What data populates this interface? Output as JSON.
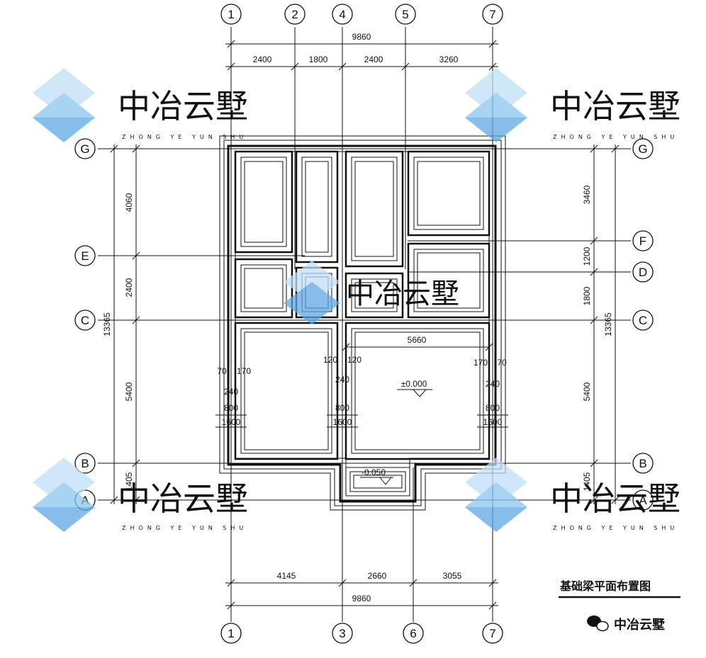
{
  "drawing": {
    "title": "基础梁平面布置图",
    "level_main": "±0.000",
    "level_porch": "-0.050"
  },
  "axes": {
    "top": [
      "1",
      "2",
      "4",
      "5",
      "7"
    ],
    "bottom": [
      "1",
      "3",
      "6",
      "7"
    ],
    "left": [
      "G",
      "E",
      "C",
      "B",
      "A"
    ],
    "right": [
      "G",
      "F",
      "D",
      "C",
      "B",
      "A"
    ]
  },
  "dimensions": {
    "top_total": "9860",
    "top_segments": [
      "2400",
      "1800",
      "2400",
      "3260"
    ],
    "bottom_total": "9860",
    "bottom_segments": [
      "4145",
      "2660",
      "3055"
    ],
    "left_total": "13365",
    "left_segments": [
      "4060",
      "2400",
      "5400",
      "1405"
    ],
    "right_total": "13365",
    "right_segments": [
      "3460",
      "1200",
      "1800",
      "5400",
      "1405"
    ],
    "room_width": "5660",
    "detail_left": [
      "70",
      "170",
      "240",
      "800",
      "1600"
    ],
    "detail_mid": [
      "120",
      "120",
      "240",
      "800",
      "1600"
    ],
    "detail_right": [
      "170",
      "70",
      "240",
      "800",
      "1600"
    ]
  },
  "watermark": {
    "brand": "中冶云墅",
    "pinyin": "ZHONG YE YUN SHU",
    "wechat_label": "中冶云墅"
  },
  "colors": {
    "ink": "#111111",
    "logo_light": "#bfe0f6",
    "logo_mid": "#8cc6ef",
    "logo_dark": "#5ea8e4",
    "watermark_text": "#c9ccd0"
  }
}
